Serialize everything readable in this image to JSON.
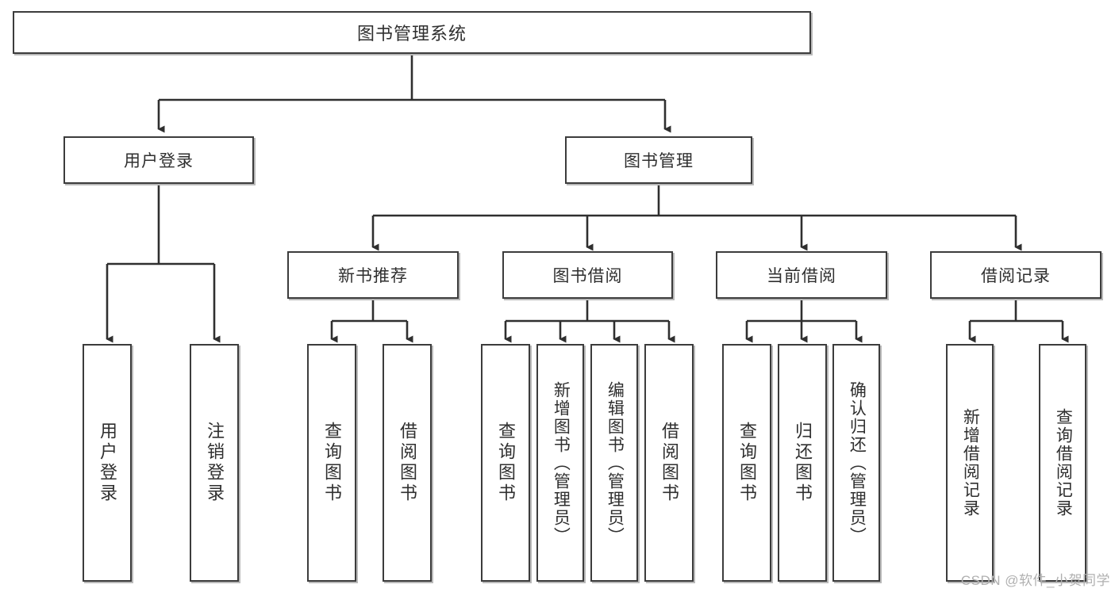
{
  "diagram": {
    "title": "图书管理系统",
    "watermark": "CSDN @软件_小贺同学",
    "levels": {
      "root": "图书管理系统",
      "level2": [
        "用户登录",
        "图书管理"
      ],
      "level3": [
        "新书推荐",
        "图书借阅",
        "当前借阅",
        "借阅记录"
      ]
    },
    "nodes": {
      "root": {
        "label": "图书管理系统"
      },
      "user_login": {
        "label": "用户登录"
      },
      "book_manage": {
        "label": "图书管理"
      },
      "new_book_rec": {
        "label": "新书推荐"
      },
      "book_borrow": {
        "label": "图书借阅"
      },
      "current_borrow": {
        "label": "当前借阅"
      },
      "borrow_record": {
        "label": "借阅记录"
      },
      "leaf_user_login": {
        "label": "用户登录"
      },
      "leaf_user_logout": {
        "label": "注销登录"
      },
      "leaf_query_book_1": {
        "label": "查询图书"
      },
      "leaf_borrow_book_1": {
        "label": "借阅图书"
      },
      "leaf_query_book_2": {
        "label": "查询图书"
      },
      "leaf_add_book": {
        "label": "新增图书（管理员）"
      },
      "leaf_edit_book": {
        "label": "编辑图书（管理员）"
      },
      "leaf_borrow_book_2": {
        "label": "借阅图书"
      },
      "leaf_query_book_3": {
        "label": "查询图书"
      },
      "leaf_return_book": {
        "label": "归还图书"
      },
      "leaf_confirm_return": {
        "label": "确认归还（管理员）"
      },
      "leaf_add_record": {
        "label": "新增借阅记录"
      },
      "leaf_query_record": {
        "label": "查询借阅记录"
      }
    },
    "colors": {
      "border": "#3c3c3c",
      "fill": "#ffffff",
      "text": "#2f2f2f",
      "shadow": "#b9b9b9",
      "watermark": "#b0b0b0"
    }
  }
}
